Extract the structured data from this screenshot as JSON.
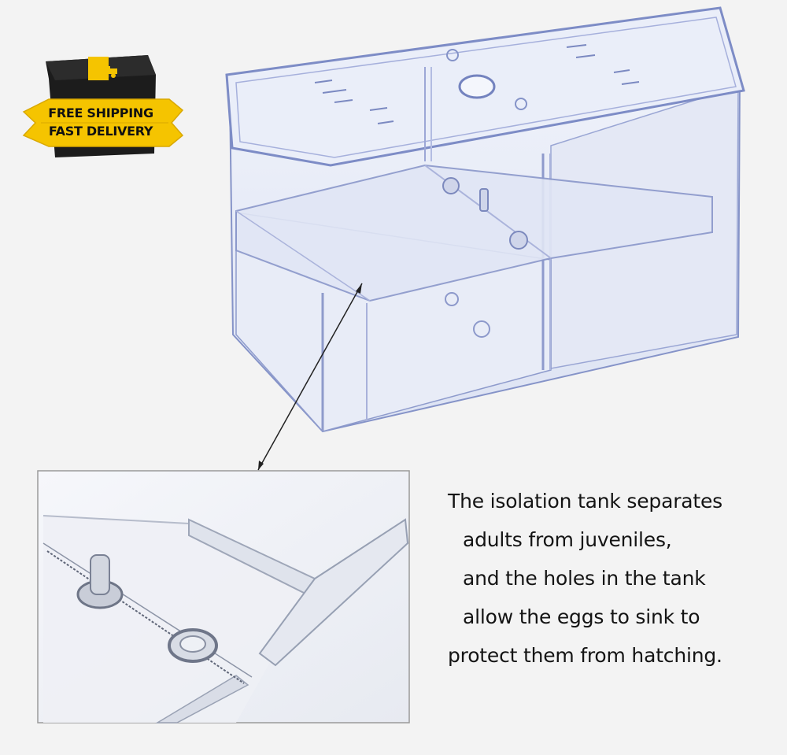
{
  "badge": {
    "line1": "FREE SHIPPING",
    "line2": "FAST DELIVERY",
    "colors": {
      "ribbon": "#f5c400",
      "box": "#1c1c1c"
    },
    "icon": "delivery-truck-icon"
  },
  "caption": {
    "lines": [
      "The isolation tank separates",
      "adults from juveniles,",
      "and the holes in the tank",
      "allow the eggs to sink to",
      "protect them from hatching."
    ]
  },
  "colors": {
    "background": "#f3f3f3",
    "acrylic_edge": "#7f8fc2",
    "acrylic_fill": "#dfe4f3"
  }
}
